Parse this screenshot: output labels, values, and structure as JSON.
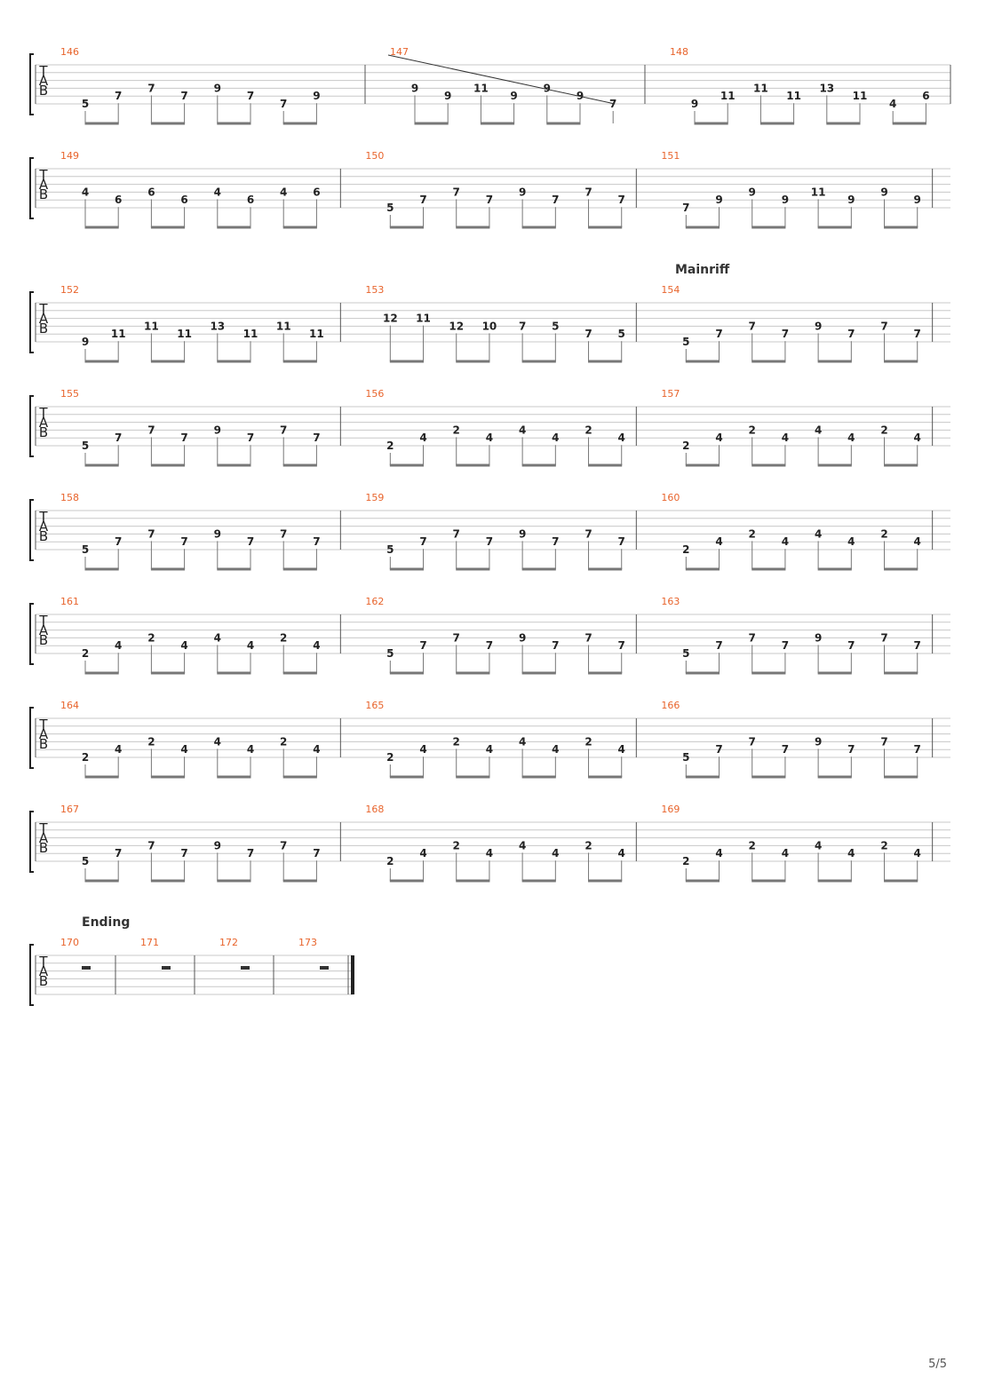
{
  "document": {
    "page_number": "5/5",
    "tab_letters": [
      "T",
      "A",
      "B"
    ],
    "systems": [
      {
        "measures": [
          {
            "number": "146",
            "notes": [
              [
                6,
                "5"
              ],
              [
                5,
                "7"
              ],
              [
                4,
                "7"
              ],
              [
                5,
                "7"
              ],
              [
                4,
                "9"
              ],
              [
                5,
                "7"
              ],
              [
                6,
                "7"
              ],
              [
                5,
                "9"
              ]
            ]
          },
          {
            "number": "147",
            "notes": [
              [
                4,
                "9"
              ],
              [
                5,
                "9"
              ],
              [
                4,
                "11"
              ],
              [
                5,
                "9"
              ],
              [
                4,
                "9"
              ],
              [
                5,
                "9"
              ],
              [
                6,
                "7"
              ]
            ],
            "slide": true
          },
          {
            "number": "148",
            "notes": [
              [
                6,
                "9"
              ],
              [
                5,
                "11"
              ],
              [
                4,
                "11"
              ],
              [
                5,
                "11"
              ],
              [
                4,
                "13"
              ],
              [
                5,
                "11"
              ],
              [
                6,
                "4"
              ],
              [
                5,
                "6"
              ]
            ]
          }
        ]
      },
      {
        "measures": [
          {
            "number": "149",
            "notes": [
              [
                4,
                "4"
              ],
              [
                5,
                "6"
              ],
              [
                4,
                "6"
              ],
              [
                5,
                "6"
              ],
              [
                4,
                "4"
              ],
              [
                5,
                "6"
              ],
              [
                4,
                "4"
              ],
              [
                4,
                "6"
              ]
            ]
          },
          {
            "number": "150",
            "notes": [
              [
                6,
                "5"
              ],
              [
                5,
                "7"
              ],
              [
                4,
                "7"
              ],
              [
                5,
                "7"
              ],
              [
                4,
                "9"
              ],
              [
                5,
                "7"
              ],
              [
                4,
                "7"
              ],
              [
                5,
                "7"
              ]
            ]
          },
          {
            "number": "151",
            "notes": [
              [
                6,
                "7"
              ],
              [
                5,
                "9"
              ],
              [
                4,
                "9"
              ],
              [
                5,
                "9"
              ],
              [
                4,
                "11"
              ],
              [
                5,
                "9"
              ],
              [
                4,
                "9"
              ],
              [
                5,
                "9"
              ]
            ]
          }
        ]
      },
      {
        "section": "Mainriff",
        "measures": [
          {
            "number": "152",
            "notes": [
              [
                6,
                "9"
              ],
              [
                5,
                "11"
              ],
              [
                4,
                "11"
              ],
              [
                5,
                "11"
              ],
              [
                4,
                "13"
              ],
              [
                5,
                "11"
              ],
              [
                4,
                "11"
              ],
              [
                5,
                "11"
              ]
            ]
          },
          {
            "number": "153",
            "notes": [
              [
                3,
                "12"
              ],
              [
                3,
                "11"
              ],
              [
                4,
                "12"
              ],
              [
                4,
                "10"
              ],
              [
                4,
                "7"
              ],
              [
                4,
                "5"
              ],
              [
                5,
                "7"
              ],
              [
                5,
                "5"
              ]
            ]
          },
          {
            "number": "154",
            "notes": [
              [
                6,
                "5"
              ],
              [
                5,
                "7"
              ],
              [
                4,
                "7"
              ],
              [
                5,
                "7"
              ],
              [
                4,
                "9"
              ],
              [
                5,
                "7"
              ],
              [
                4,
                "7"
              ],
              [
                5,
                "7"
              ]
            ]
          }
        ]
      },
      {
        "measures": [
          {
            "number": "155",
            "notes": [
              [
                6,
                "5"
              ],
              [
                5,
                "7"
              ],
              [
                4,
                "7"
              ],
              [
                5,
                "7"
              ],
              [
                4,
                "9"
              ],
              [
                5,
                "7"
              ],
              [
                4,
                "7"
              ],
              [
                5,
                "7"
              ]
            ]
          },
          {
            "number": "156",
            "notes": [
              [
                6,
                "2"
              ],
              [
                5,
                "4"
              ],
              [
                4,
                "2"
              ],
              [
                5,
                "4"
              ],
              [
                4,
                "4"
              ],
              [
                5,
                "4"
              ],
              [
                4,
                "2"
              ],
              [
                5,
                "4"
              ]
            ]
          },
          {
            "number": "157",
            "notes": [
              [
                6,
                "2"
              ],
              [
                5,
                "4"
              ],
              [
                4,
                "2"
              ],
              [
                5,
                "4"
              ],
              [
                4,
                "4"
              ],
              [
                5,
                "4"
              ],
              [
                4,
                "2"
              ],
              [
                5,
                "4"
              ]
            ]
          }
        ]
      },
      {
        "measures": [
          {
            "number": "158",
            "notes": [
              [
                6,
                "5"
              ],
              [
                5,
                "7"
              ],
              [
                4,
                "7"
              ],
              [
                5,
                "7"
              ],
              [
                4,
                "9"
              ],
              [
                5,
                "7"
              ],
              [
                4,
                "7"
              ],
              [
                5,
                "7"
              ]
            ]
          },
          {
            "number": "159",
            "notes": [
              [
                6,
                "5"
              ],
              [
                5,
                "7"
              ],
              [
                4,
                "7"
              ],
              [
                5,
                "7"
              ],
              [
                4,
                "9"
              ],
              [
                5,
                "7"
              ],
              [
                4,
                "7"
              ],
              [
                5,
                "7"
              ]
            ]
          },
          {
            "number": "160",
            "notes": [
              [
                6,
                "2"
              ],
              [
                5,
                "4"
              ],
              [
                4,
                "2"
              ],
              [
                5,
                "4"
              ],
              [
                4,
                "4"
              ],
              [
                5,
                "4"
              ],
              [
                4,
                "2"
              ],
              [
                5,
                "4"
              ]
            ]
          }
        ]
      },
      {
        "measures": [
          {
            "number": "161",
            "notes": [
              [
                6,
                "2"
              ],
              [
                5,
                "4"
              ],
              [
                4,
                "2"
              ],
              [
                5,
                "4"
              ],
              [
                4,
                "4"
              ],
              [
                5,
                "4"
              ],
              [
                4,
                "2"
              ],
              [
                5,
                "4"
              ]
            ]
          },
          {
            "number": "162",
            "notes": [
              [
                6,
                "5"
              ],
              [
                5,
                "7"
              ],
              [
                4,
                "7"
              ],
              [
                5,
                "7"
              ],
              [
                4,
                "9"
              ],
              [
                5,
                "7"
              ],
              [
                4,
                "7"
              ],
              [
                5,
                "7"
              ]
            ]
          },
          {
            "number": "163",
            "notes": [
              [
                6,
                "5"
              ],
              [
                5,
                "7"
              ],
              [
                4,
                "7"
              ],
              [
                5,
                "7"
              ],
              [
                4,
                "9"
              ],
              [
                5,
                "7"
              ],
              [
                4,
                "7"
              ],
              [
                5,
                "7"
              ]
            ]
          }
        ]
      },
      {
        "measures": [
          {
            "number": "164",
            "notes": [
              [
                6,
                "2"
              ],
              [
                5,
                "4"
              ],
              [
                4,
                "2"
              ],
              [
                5,
                "4"
              ],
              [
                4,
                "4"
              ],
              [
                5,
                "4"
              ],
              [
                4,
                "2"
              ],
              [
                5,
                "4"
              ]
            ]
          },
          {
            "number": "165",
            "notes": [
              [
                6,
                "2"
              ],
              [
                5,
                "4"
              ],
              [
                4,
                "2"
              ],
              [
                5,
                "4"
              ],
              [
                4,
                "4"
              ],
              [
                5,
                "4"
              ],
              [
                4,
                "2"
              ],
              [
                5,
                "4"
              ]
            ]
          },
          {
            "number": "166",
            "notes": [
              [
                6,
                "5"
              ],
              [
                5,
                "7"
              ],
              [
                4,
                "7"
              ],
              [
                5,
                "7"
              ],
              [
                4,
                "9"
              ],
              [
                5,
                "7"
              ],
              [
                4,
                "7"
              ],
              [
                5,
                "7"
              ]
            ]
          }
        ]
      },
      {
        "measures": [
          {
            "number": "167",
            "notes": [
              [
                6,
                "5"
              ],
              [
                5,
                "7"
              ],
              [
                4,
                "7"
              ],
              [
                5,
                "7"
              ],
              [
                4,
                "9"
              ],
              [
                5,
                "7"
              ],
              [
                4,
                "7"
              ],
              [
                5,
                "7"
              ]
            ]
          },
          {
            "number": "168",
            "notes": [
              [
                6,
                "2"
              ],
              [
                5,
                "4"
              ],
              [
                4,
                "2"
              ],
              [
                5,
                "4"
              ],
              [
                4,
                "4"
              ],
              [
                5,
                "4"
              ],
              [
                4,
                "2"
              ],
              [
                5,
                "4"
              ]
            ]
          },
          {
            "number": "169",
            "notes": [
              [
                6,
                "2"
              ],
              [
                5,
                "4"
              ],
              [
                4,
                "2"
              ],
              [
                5,
                "4"
              ],
              [
                4,
                "4"
              ],
              [
                5,
                "4"
              ],
              [
                4,
                "2"
              ],
              [
                5,
                "4"
              ]
            ]
          }
        ]
      },
      {
        "section": "Ending",
        "final": true,
        "measures": [
          {
            "number": "170",
            "rest": true,
            "notes": []
          },
          {
            "number": "171",
            "rest": true,
            "notes": []
          },
          {
            "number": "172",
            "rest": true,
            "notes": []
          },
          {
            "number": "173",
            "rest": true,
            "notes": []
          }
        ]
      }
    ]
  }
}
